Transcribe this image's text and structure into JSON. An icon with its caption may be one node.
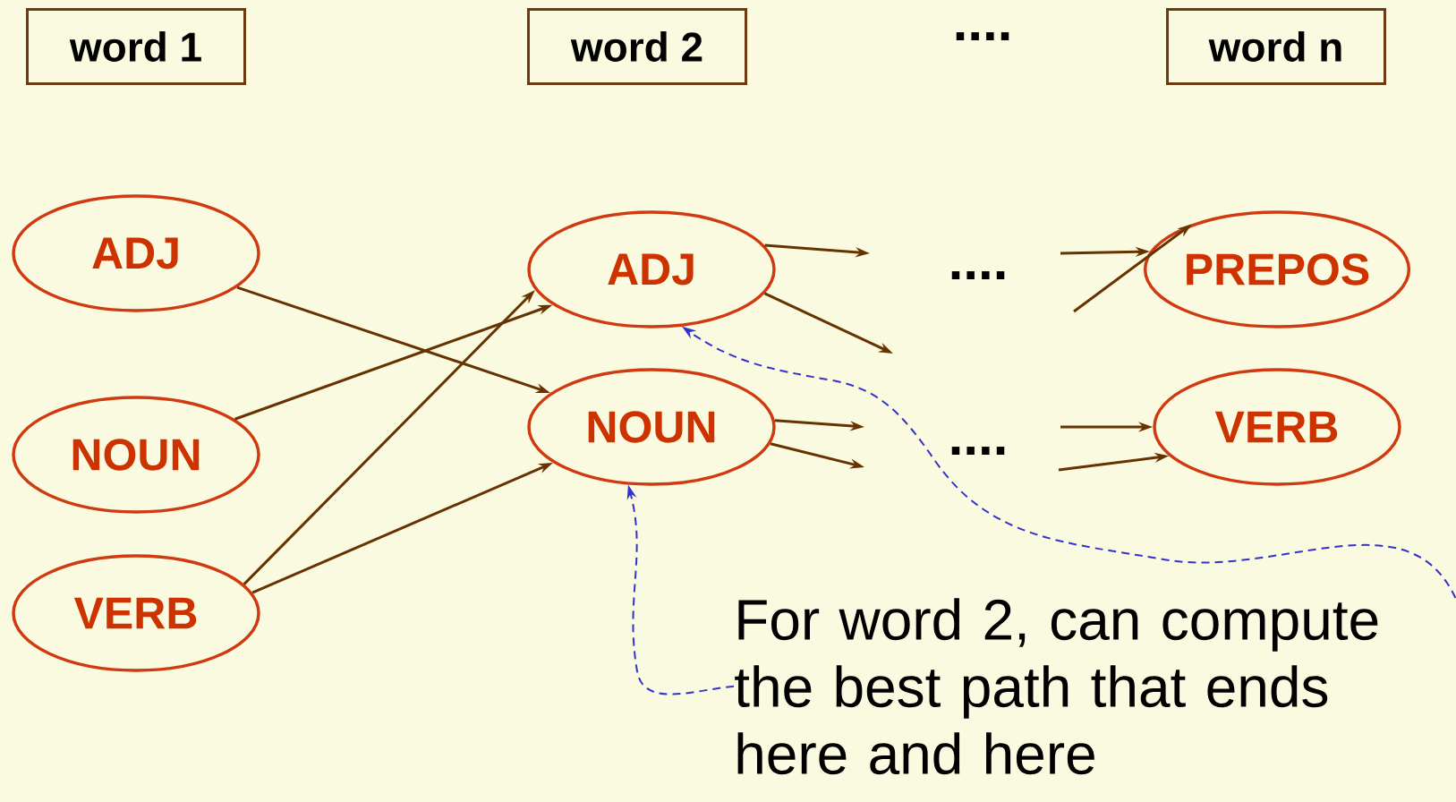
{
  "diagram": {
    "nodes": [
      {
        "text": [
          "word 1"
        ]
      },
      {
        "text": [
          "word 2"
        ]
      },
      {
        "text": [
          "word n"
        ]
      },
      {
        "text": [
          "ADJ"
        ]
      },
      {
        "text": [
          "NOUN"
        ]
      },
      {
        "text": [
          "VERB"
        ]
      },
      {
        "text": [
          "ADJ"
        ]
      },
      {
        "text": [
          "NOUN"
        ]
      },
      {
        "text": [
          "PREPOS"
        ]
      },
      {
        "text": [
          "VERB"
        ]
      },
      {
        "text": [
          "For word 2, can compute the best path that ends here and here"
        ]
      }
    ],
    "edges": [
      {
        "from": 3,
        "to": 7,
        "arrow": "to"
      },
      {
        "from": 4,
        "to": 6,
        "arrow": "to"
      },
      {
        "from": 5,
        "to": 6,
        "arrow": "to"
      },
      {
        "from": 5,
        "to": 7,
        "arrow": "to"
      },
      {
        "from": 6,
        "to": null,
        "arrow": "to"
      },
      {
        "from": 6,
        "to": null,
        "arrow": "to"
      },
      {
        "from": 7,
        "to": null,
        "arrow": "to"
      },
      {
        "from": 7,
        "to": null,
        "arrow": "to"
      },
      {
        "from": null,
        "to": 8,
        "arrow": "to"
      },
      {
        "from": null,
        "to": 8,
        "arrow": "to"
      },
      {
        "from": null,
        "to": 9,
        "arrow": "to"
      },
      {
        "from": null,
        "to": 9,
        "arrow": "to"
      },
      {
        "from": 10,
        "to": 6,
        "arrow": "to",
        "style": "dashed",
        "color": "#3333cc"
      },
      {
        "from": 10,
        "to": 7,
        "arrow": "to",
        "style": "dashed",
        "color": "#3333cc"
      }
    ],
    "labels": [
      "....",
      "....",
      "...."
    ]
  }
}
